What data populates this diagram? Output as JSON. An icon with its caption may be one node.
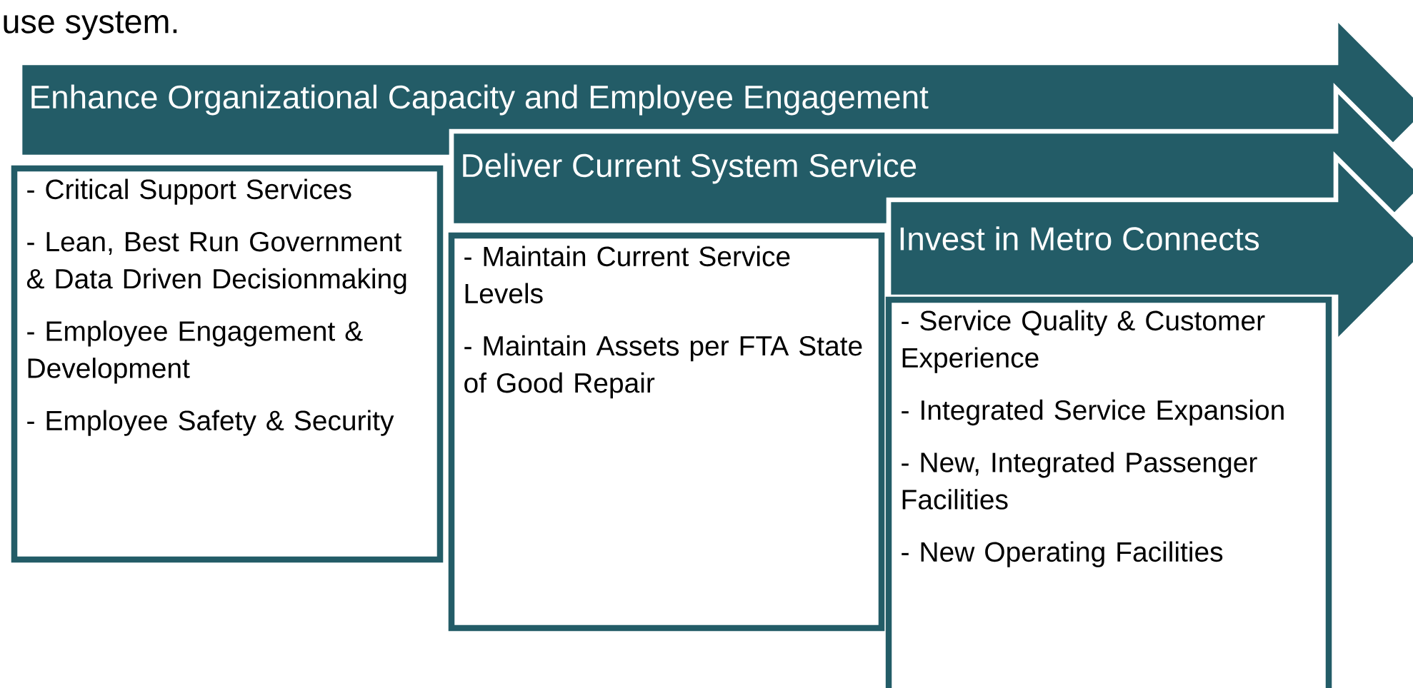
{
  "diagram": {
    "nodes": [
      {
        "text": [
          "Enhance Organizational Capacity and Employee Engagement"
        ]
      },
      {
        "text": [
          "- Critical Support Services",
          "- Lean, Best Run Government & Data Driven Decisionmaking",
          "- Employee Engagement & Development",
          "- Employee Safety & Security"
        ]
      },
      {
        "text": [
          "Deliver Current System Service"
        ]
      },
      {
        "text": [
          "- Maintain Current Service Levels",
          "- Maintain Assets per FTA State of Good Repair"
        ]
      },
      {
        "text": [
          "Invest in Metro Connects"
        ]
      },
      {
        "text": [
          "- Service Quality & Customer Experience",
          "- Integrated Service Expansion",
          "- New, Integrated Passenger Facilities",
          "- New Operating Facilities"
        ]
      }
    ],
    "edges": [],
    "labels": [
      "use system."
    ]
  }
}
